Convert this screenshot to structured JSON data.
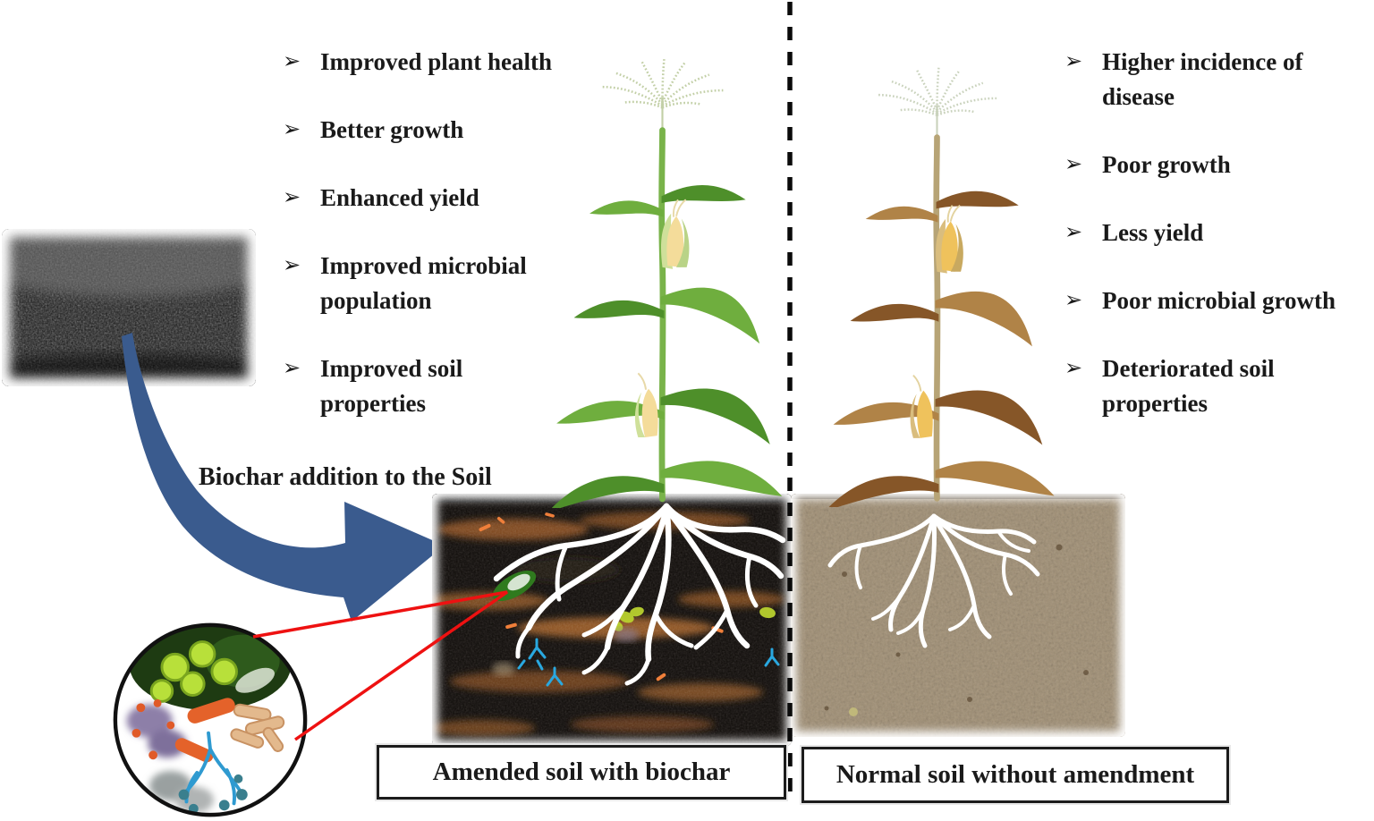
{
  "figure": {
    "arrow_label": "Biochar addition to the Soil",
    "left_caption": "Amended soil with biochar",
    "right_caption": "Normal soil without amendment",
    "bullet_glyph": "➢"
  },
  "left_benefits": {
    "items": [
      [
        "Improved plant health"
      ],
      [
        "Better growth"
      ],
      [
        "Enhanced yield"
      ],
      [
        "Improved microbial",
        "population"
      ],
      [
        "Improved soil",
        "properties"
      ]
    ]
  },
  "right_drawbacks": {
    "items": [
      [
        "Higher incidence of",
        "disease"
      ],
      [
        "Poor growth"
      ],
      [
        "Less yield"
      ],
      [
        "Poor microbial growth"
      ],
      [
        "Deteriorated soil",
        "properties"
      ]
    ]
  },
  "icons": {
    "bullet": "outlined-right-arrowhead",
    "biochar_photo": "biochar-granules-photo",
    "microbes_photo": "soil-microbes-collage-photo",
    "blue_arrow": "curved-swoosh-arrow",
    "divider": "vertical-dashed-line"
  },
  "colors": {
    "arrow_blue": "#3a5b8e",
    "pointer_red": "#ee1111",
    "divider_black": "#0a0a0a",
    "text_black": "#1a1a1a",
    "root_white": "#ffffff",
    "amended_soil_dark": "#0d0906",
    "amended_soil_streak": "#8a4e1c",
    "normal_soil_tan": "#a5947a",
    "healthy_plant": {
      "stem": "#79b34a",
      "leafMid": "#6fae3e",
      "leafDark": "#4e8f2a",
      "ear": "#f4dc9a",
      "husk": "#cfe09a",
      "husk2": "#b9d387",
      "silk": "#e8d9a8",
      "tassel": "#c2cfa6"
    },
    "unhealthy_plant": {
      "stem": "#b7a476",
      "leafMid": "#b08347",
      "leafDark": "#865628",
      "ear": "#efc25c",
      "husk": "#d9bd7e",
      "husk2": "#c8a960",
      "silk": "#e3d3a0",
      "tassel": "#c9d2bc"
    }
  }
}
